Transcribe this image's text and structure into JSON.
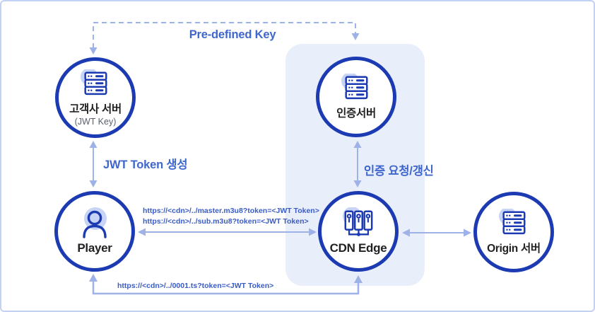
{
  "diagram": {
    "nodes": {
      "customer": {
        "label": "고객사 서버",
        "sublabel": "(JWT Key)",
        "icon": "server-icon"
      },
      "auth": {
        "label": "인증서버",
        "icon": "server-icon"
      },
      "player": {
        "label": "Player",
        "icon": "user-icon"
      },
      "cdn": {
        "label": "CDN Edge",
        "icon": "server-rack-icon"
      },
      "origin": {
        "label": "Origin 서버",
        "icon": "server-icon"
      }
    },
    "edges": {
      "predefined_key": "Pre-defined Key",
      "jwt_token_create": "JWT Token 생성",
      "auth_request_renew": "인증 요청/갱신",
      "manifest_url_1": "https://<cdn>/../master.m3u8?token=<JWT Token>",
      "manifest_url_2": "https://<cdn>/../sub.m3u8?token=<JWT Token>",
      "segment_url": "https://<cdn>/../0001.ts?token=<JWT Token>"
    },
    "colors": {
      "navy": "#1c3ab2",
      "arrow": "#9fb2e8",
      "label_blue": "#3e66cc",
      "url_blue": "#3a5cc4",
      "panel_bg": "#e9eefb",
      "icon_accent": "#c7d4f6",
      "canvas_border": "#c3d2f4"
    }
  }
}
